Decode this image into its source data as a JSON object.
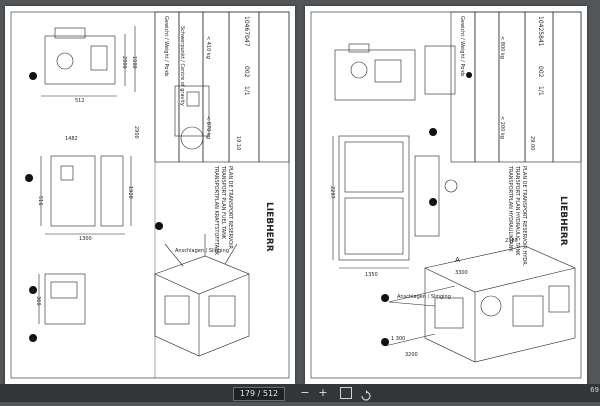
{
  "footer": {
    "page_indicator": "179 / 512",
    "zoom_out": "−",
    "zoom_in": "+",
    "edge_number": "69"
  },
  "left_page": {
    "title_block": {
      "brand": "LIEBHERR",
      "title_de": "TRANSPORTPLAN KRAFTSTOFFTANK",
      "title_en": "TRANSPORT PLAN FUEL TANK",
      "title_fr": "PLAN DE TRANSPORT RESERVOIR",
      "drawing_no": "10467047",
      "index": "002",
      "sheet": "1/1",
      "weight_label": "Gewicht / Weight / Poids",
      "weight_empty": "< 410 kg",
      "weight_full": "< 870 kg",
      "date": "19.10"
    },
    "dims": [
      "2900",
      "1500",
      "512",
      "516",
      "1920",
      "1300",
      "360",
      "2900",
      "1482"
    ],
    "notes": [
      "Anschlagen / Slinging",
      "Schwerpunkt / Centre of gravity"
    ]
  },
  "right_page": {
    "title_block": {
      "brand": "LIEBHERR",
      "title_de": "TRANSPORTPLAN HYDRAULIKTANK",
      "title_en": "TRANSPORT PLAN HYDRAULIC TANK",
      "title_fr": "PLAN DE TRANSPORT RESERVOIR HYDR.",
      "drawing_no": "10425841",
      "index": "002",
      "sheet": "1/1",
      "weight_label": "Gewicht / Weight / Poids",
      "weight_empty": "< 800 kg",
      "weight_full": "< 200 kg",
      "date": "29.00"
    },
    "dims": [
      "2297",
      "1350",
      "3300",
      "2380",
      "1 300",
      "3200"
    ],
    "notes": [
      "Anschlagen / Slinging",
      "A"
    ]
  }
}
